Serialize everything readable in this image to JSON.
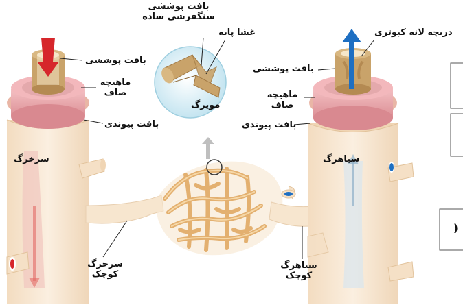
{
  "labels": {
    "artery": "سرخرگ",
    "vein": "سیاهرگ",
    "arteriole": "سرخرگ کوچک",
    "venule": "سیاهرگ کوچک",
    "capillary": "مویرگ",
    "basement_membrane": "غشا پایه",
    "capillary_tissue": "بافت پوششی سنگفرشی ساده",
    "valve": "دریچه لانه کبوتری",
    "artery_epithelium": "بافت پوششی",
    "artery_muscle": "ماهیچه صاف",
    "artery_connective": "بافت پیوندی",
    "vein_epithelium": "بافت پوششی",
    "vein_muscle": "ماهیچه صاف",
    "vein_connective": "بافت پیوندی"
  },
  "side_fragment": "(",
  "colors": {
    "vessel_cream": "#f7e6cf",
    "vessel_shadow": "#e8cfb0",
    "epithelium_tan": "#c9a36a",
    "muscle_pink": "#e9a3a8",
    "artery_arrow": "#d6262b",
    "vein_arrow": "#1e6fc2",
    "capillary_bubble": "#cde9f3"
  }
}
